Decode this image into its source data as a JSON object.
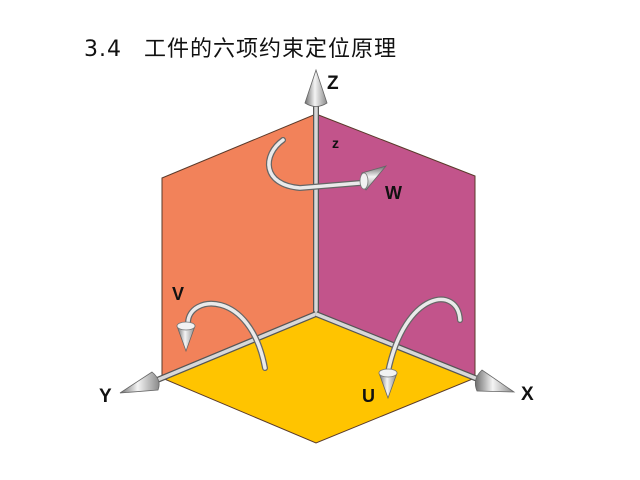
{
  "title": {
    "number": "3.4",
    "text": "工件的六项约束定位原理"
  },
  "axes": {
    "z": "Z",
    "y": "Y",
    "x": "X"
  },
  "rotations": {
    "w": "W",
    "v": "V",
    "u": "U"
  },
  "small_label": "z",
  "colors": {
    "left_plane": "#F2825A",
    "right_plane": "#C2548B",
    "floor_plane": "#FFC400",
    "edge": "#5a3a2a",
    "axis_rod": "#bdbdbd"
  }
}
